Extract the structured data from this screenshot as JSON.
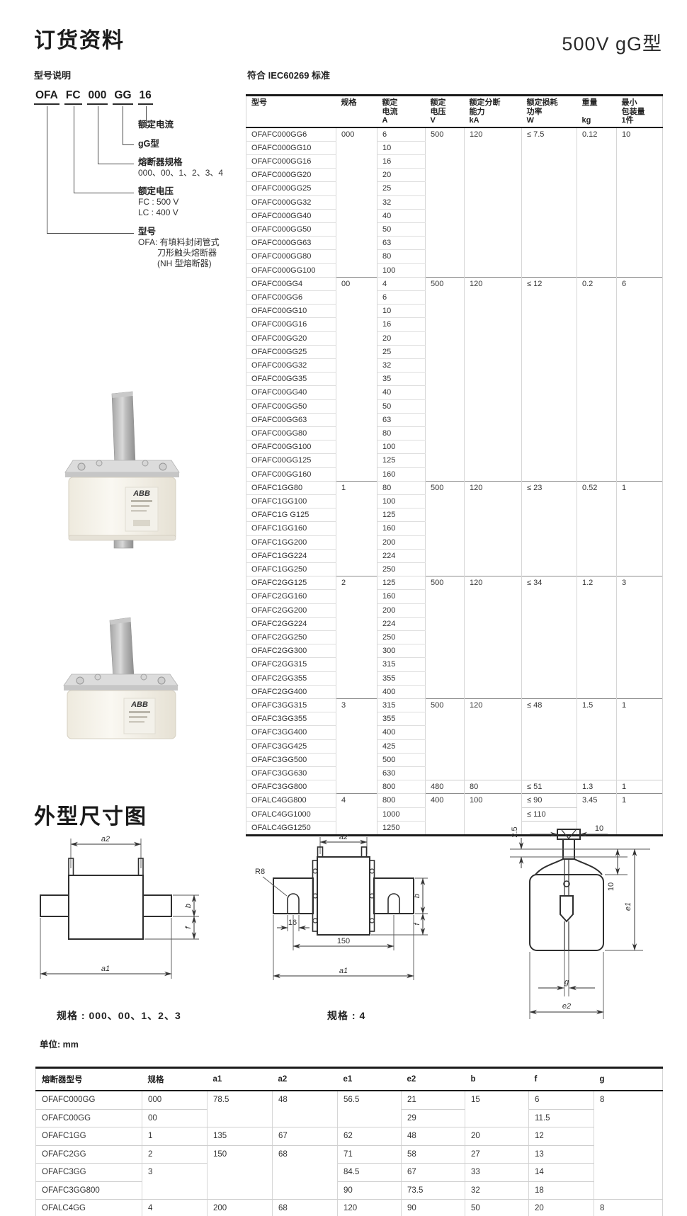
{
  "page": {
    "title": "订货资料",
    "subtitle": "500V gG型",
    "legend_heading": "型号说明",
    "iec_caption": "符合 IEC60269 标准",
    "section2_title": "外型尺寸图",
    "unit_label": "单位:  mm"
  },
  "model_legend": {
    "code_tokens": [
      "OFA",
      "FC",
      "000",
      "GG",
      "16"
    ],
    "branches": [
      {
        "label": "额定电流",
        "sub": []
      },
      {
        "label": "gG型",
        "sub": []
      },
      {
        "label": "熔断器规格",
        "sub": [
          "000、00、1、2、3、4"
        ]
      },
      {
        "label": "额定电压",
        "sub": [
          "FC : 500 V",
          "LC : 400 V"
        ]
      },
      {
        "label": "型号",
        "sub": [
          "OFA: 有填料封闭管式",
          "刀形触头熔断器",
          "(NH 型熔断器)"
        ]
      }
    ]
  },
  "photos": {
    "brand": "ABB"
  },
  "iec_table": {
    "headers": [
      [
        "型号",
        "",
        ""
      ],
      [
        "规格",
        "",
        ""
      ],
      [
        "额定",
        "电流",
        "A"
      ],
      [
        "额定",
        "电压",
        "V"
      ],
      [
        "额定分断",
        "能力",
        "kA"
      ],
      [
        "额定损耗",
        "功率",
        "W"
      ],
      [
        "重量",
        "",
        "kg"
      ],
      [
        "最小",
        "包装量",
        "1件"
      ]
    ],
    "groups": [
      {
        "spec": "000",
        "models": [
          [
            "OFAFC000GG6",
            "6"
          ],
          [
            "OFAFC000GG10",
            "10"
          ],
          [
            "OFAFC000GG16",
            "16"
          ],
          [
            "OFAFC000GG20",
            "20"
          ],
          [
            "OFAFC000GG25",
            "25"
          ],
          [
            "OFAFC000GG32",
            "32"
          ],
          [
            "OFAFC000GG40",
            "40"
          ],
          [
            "OFAFC000GG50",
            "50"
          ],
          [
            "OFAFC000GG63",
            "63"
          ],
          [
            "OFAFC000GG80",
            "80"
          ],
          [
            "OFAFC000GG100",
            "100"
          ]
        ],
        "runs": {
          "voltage": [
            [
              "500",
              11
            ]
          ],
          "breaking": [
            [
              "120",
              11
            ]
          ],
          "power": [
            [
              "≤ 7.5",
              11
            ]
          ],
          "weight": [
            [
              "0.12",
              11
            ]
          ],
          "pack": [
            [
              "10",
              11
            ]
          ]
        }
      },
      {
        "spec": "00",
        "models": [
          [
            "OFAFC00GG4",
            "4"
          ],
          [
            "OFAFC00GG6",
            "6"
          ],
          [
            "OFAFC00GG10",
            "10"
          ],
          [
            "OFAFC00GG16",
            "16"
          ],
          [
            "OFAFC00GG20",
            "20"
          ],
          [
            "OFAFC00GG25",
            "25"
          ],
          [
            "OFAFC00GG32",
            "32"
          ],
          [
            "OFAFC00GG35",
            "35"
          ],
          [
            "OFAFC00GG40",
            "40"
          ],
          [
            "OFAFC00GG50",
            "50"
          ],
          [
            "OFAFC00GG63",
            "63"
          ],
          [
            "OFAFC00GG80",
            "80"
          ],
          [
            "OFAFC00GG100",
            "100"
          ],
          [
            "OFAFC00GG125",
            "125"
          ],
          [
            "OFAFC00GG160",
            "160"
          ]
        ],
        "runs": {
          "voltage": [
            [
              "500",
              15
            ]
          ],
          "breaking": [
            [
              "120",
              15
            ]
          ],
          "power": [
            [
              "≤ 12",
              15
            ]
          ],
          "weight": [
            [
              "0.2",
              15
            ]
          ],
          "pack": [
            [
              "6",
              15
            ]
          ]
        }
      },
      {
        "spec": "1",
        "models": [
          [
            "OFAFC1GG80",
            "80"
          ],
          [
            "OFAFC1GG100",
            "100"
          ],
          [
            "OFAFC1G G125",
            "125"
          ],
          [
            "OFAFC1GG160",
            "160"
          ],
          [
            "OFAFC1GG200",
            "200"
          ],
          [
            "OFAFC1GG224",
            "224"
          ],
          [
            "OFAFC1GG250",
            "250"
          ]
        ],
        "runs": {
          "voltage": [
            [
              "500",
              7
            ]
          ],
          "breaking": [
            [
              "120",
              7
            ]
          ],
          "power": [
            [
              "≤ 23",
              7
            ]
          ],
          "weight": [
            [
              "0.52",
              7
            ]
          ],
          "pack": [
            [
              "1",
              7
            ]
          ]
        }
      },
      {
        "spec": "2",
        "models": [
          [
            "OFAFC2GG125",
            "125"
          ],
          [
            "OFAFC2GG160",
            "160"
          ],
          [
            "OFAFC2GG200",
            "200"
          ],
          [
            "OFAFC2GG224",
            "224"
          ],
          [
            "OFAFC2GG250",
            "250"
          ],
          [
            "OFAFC2GG300",
            "300"
          ],
          [
            "OFAFC2GG315",
            "315"
          ],
          [
            "OFAFC2GG355",
            "355"
          ],
          [
            "OFAFC2GG400",
            "400"
          ]
        ],
        "runs": {
          "voltage": [
            [
              "500",
              9
            ]
          ],
          "breaking": [
            [
              "120",
              9
            ]
          ],
          "power": [
            [
              "≤ 34",
              9
            ]
          ],
          "weight": [
            [
              "1.2",
              9
            ]
          ],
          "pack": [
            [
              "3",
              9
            ]
          ]
        }
      },
      {
        "spec": "3",
        "models": [
          [
            "OFAFC3GG315",
            "315"
          ],
          [
            "OFAFC3GG355",
            "355"
          ],
          [
            "OFAFC3GG400",
            "400"
          ],
          [
            "OFAFC3GG425",
            "425"
          ],
          [
            "OFAFC3GG500",
            "500"
          ],
          [
            "OFAFC3GG630",
            "630"
          ],
          [
            "OFAFC3GG800",
            "800"
          ]
        ],
        "runs": {
          "voltage": [
            [
              "500",
              6
            ],
            [
              "480",
              1
            ]
          ],
          "breaking": [
            [
              "120",
              6
            ],
            [
              "80",
              1
            ]
          ],
          "power": [
            [
              "≤ 48",
              6
            ],
            [
              "≤ 51",
              1
            ]
          ],
          "weight": [
            [
              "1.5",
              6
            ],
            [
              "1.3",
              1
            ]
          ],
          "pack": [
            [
              "1",
              6
            ],
            [
              "1",
              1
            ]
          ]
        }
      },
      {
        "spec": "4",
        "models": [
          [
            "OFALC4GG800",
            "800"
          ],
          [
            "OFALC4GG1000",
            "1000"
          ],
          [
            "OFALC4GG1250",
            "1250"
          ]
        ],
        "runs": {
          "voltage": [
            [
              "400",
              3
            ]
          ],
          "breaking": [
            [
              "100",
              3
            ]
          ],
          "power": [
            [
              "≤ 90",
              1
            ],
            [
              "≤ 110",
              1
            ],
            [
              "",
              1
            ]
          ],
          "weight": [
            [
              "3.45",
              3
            ]
          ],
          "pack": [
            [
              "1",
              3
            ]
          ]
        }
      }
    ]
  },
  "figures": {
    "caption1": "规格 : 000、00、1、2、3",
    "caption2": "规格 : 4",
    "f1": {
      "a2": "a2",
      "b": "b",
      "f": "f",
      "a1": "a1"
    },
    "f2": {
      "a2": "a2",
      "r8": "R8",
      "slot": "16",
      "pitch": "150",
      "a1": "a1",
      "b": "b",
      "f": "f"
    },
    "f3": {
      "t25": "2.5",
      "w10": "10",
      "h10": "10",
      "e1": "e1",
      "g": "g",
      "e2": "e2"
    }
  },
  "dim_table": {
    "headers": [
      "熔断器型号",
      "规格",
      "a1",
      "a2",
      "e1",
      "e2",
      "b",
      "f",
      "g"
    ],
    "rows": [
      [
        {
          "v": "OFAFC000GG"
        },
        {
          "v": "000"
        },
        {
          "v": "78.5",
          "rs": 2
        },
        {
          "v": "48",
          "rs": 2
        },
        {
          "v": "56.5",
          "rs": 2
        },
        {
          "v": "21"
        },
        {
          "v": "15",
          "rs": 2
        },
        {
          "v": "6"
        },
        {
          "v": "8",
          "rs": 6
        }
      ],
      [
        {
          "v": "OFAFC00GG"
        },
        {
          "v": "00"
        },
        {
          "v": "29"
        },
        {
          "v": "11.5"
        }
      ],
      [
        {
          "v": "OFAFC1GG"
        },
        {
          "v": "1"
        },
        {
          "v": "135"
        },
        {
          "v": "67"
        },
        {
          "v": "62"
        },
        {
          "v": "48"
        },
        {
          "v": "20"
        },
        {
          "v": "12"
        }
      ],
      [
        {
          "v": "OFAFC2GG"
        },
        {
          "v": "2"
        },
        {
          "v": "150",
          "rs": 3
        },
        {
          "v": "68",
          "rs": 3
        },
        {
          "v": "71"
        },
        {
          "v": "58"
        },
        {
          "v": "27"
        },
        {
          "v": "13"
        }
      ],
      [
        {
          "v": "OFAFC3GG"
        },
        {
          "v": "3",
          "rs": 2
        },
        {
          "v": "84.5"
        },
        {
          "v": "67"
        },
        {
          "v": "33"
        },
        {
          "v": "14"
        }
      ],
      [
        {
          "v": "OFAFC3GG800"
        },
        {
          "v": "90"
        },
        {
          "v": "73.5"
        },
        {
          "v": "32"
        },
        {
          "v": "18"
        }
      ],
      [
        {
          "v": "OFALC4GG"
        },
        {
          "v": "4"
        },
        {
          "v": "200"
        },
        {
          "v": "68"
        },
        {
          "v": "120"
        },
        {
          "v": "90"
        },
        {
          "v": "50"
        },
        {
          "v": "20"
        },
        {
          "v": "8"
        }
      ]
    ]
  }
}
